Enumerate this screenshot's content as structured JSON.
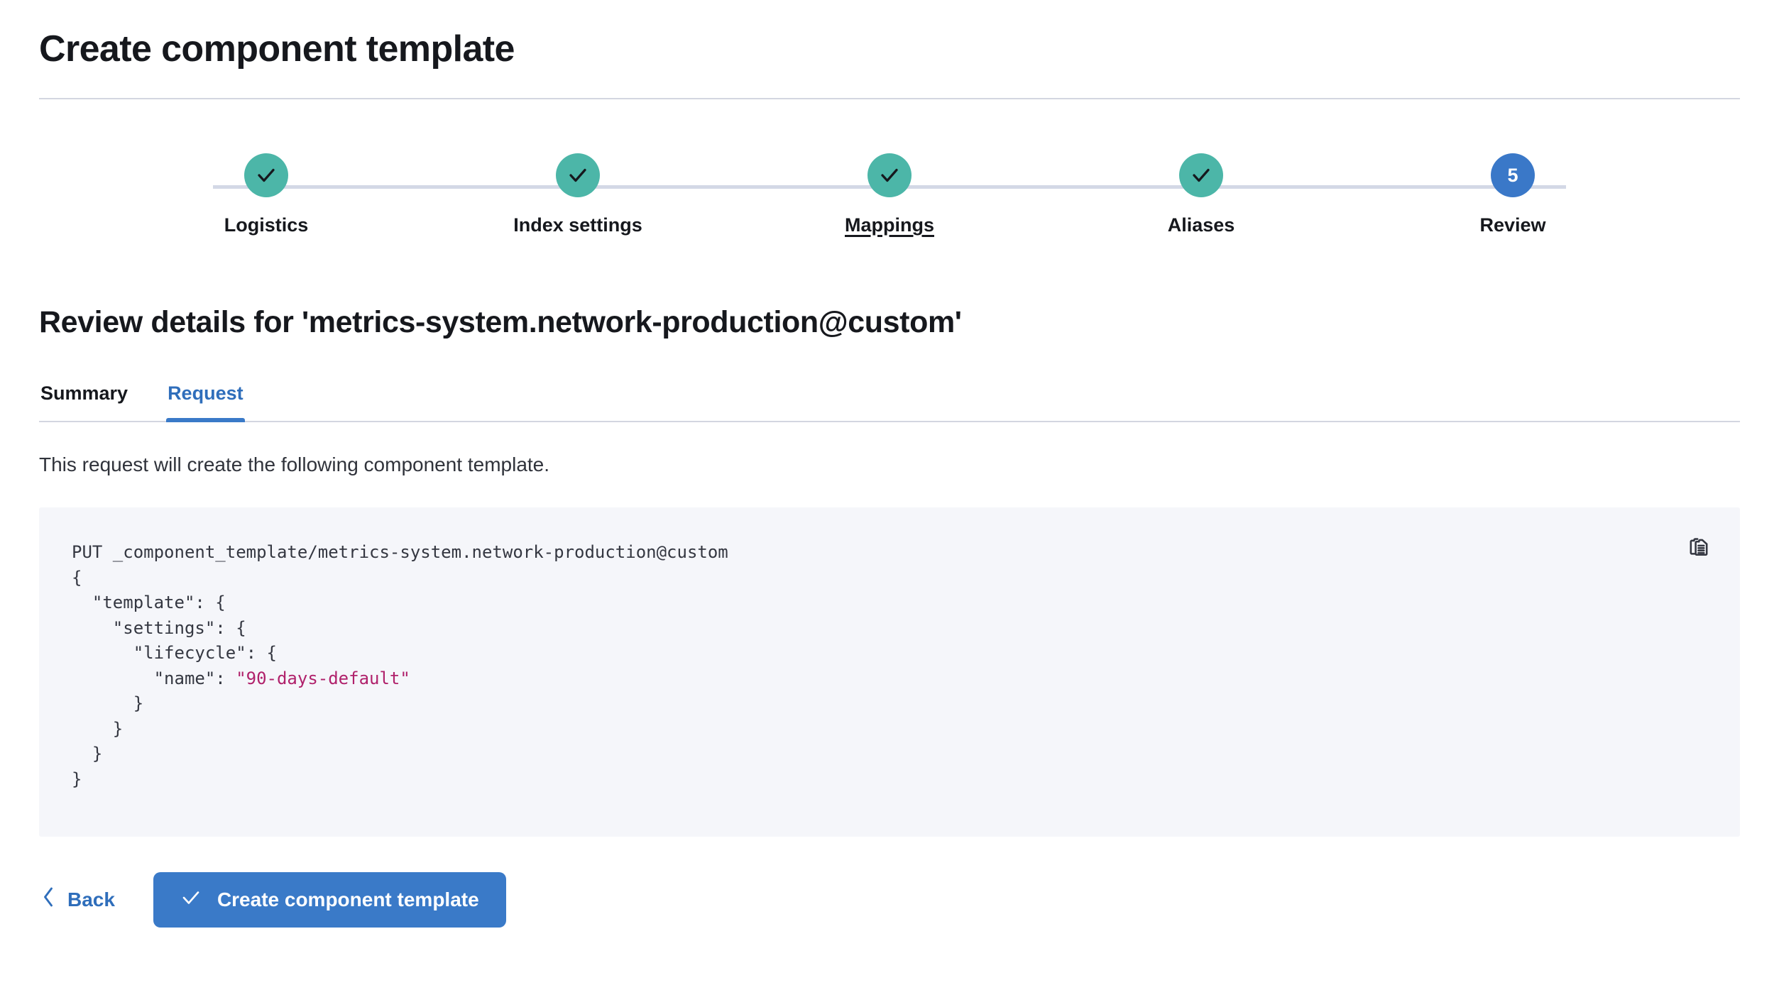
{
  "header": {
    "title": "Create component template"
  },
  "stepper": {
    "steps": [
      {
        "label": "Logistics",
        "state": "complete",
        "icon": "check-icon",
        "number": "1",
        "hovered": false
      },
      {
        "label": "Index settings",
        "state": "complete",
        "icon": "check-icon",
        "number": "2",
        "hovered": false
      },
      {
        "label": "Mappings",
        "state": "complete",
        "icon": "check-icon",
        "number": "3",
        "hovered": true
      },
      {
        "label": "Aliases",
        "state": "complete",
        "icon": "check-icon",
        "number": "4",
        "hovered": false
      },
      {
        "label": "Review",
        "state": "current",
        "icon": "number",
        "number": "5",
        "hovered": false
      }
    ],
    "complete_color": "#4CB6A8",
    "current_color": "#3A78C8",
    "track_color": "#D3D8E6"
  },
  "review": {
    "heading": "Review details for 'metrics-system.network-production@custom'",
    "tabs": [
      {
        "label": "Summary",
        "active": false
      },
      {
        "label": "Request",
        "active": true
      }
    ],
    "description": "This request will create the following component template.",
    "accent_color": "#3A7AC8"
  },
  "request": {
    "copy_icon": "copy-clipboard-icon",
    "method": "PUT",
    "path": "_component_template/metrics-system.network-production@custom",
    "code_line_1": "PUT _component_template/metrics-system.network-production@custom",
    "code_body_before_string": "{\n  \"template\": {\n    \"settings\": {\n      \"lifecycle\": {\n        \"name\": ",
    "code_string_value": "\"90-days-default\"",
    "code_body_after_string": "\n      }\n    }\n  }\n}",
    "background": "#F5F6FA",
    "string_color": "#B0216B"
  },
  "footer": {
    "back_label": "Back",
    "back_icon": "chevron-left-icon",
    "submit_label": "Create component template",
    "submit_icon": "check-icon"
  }
}
